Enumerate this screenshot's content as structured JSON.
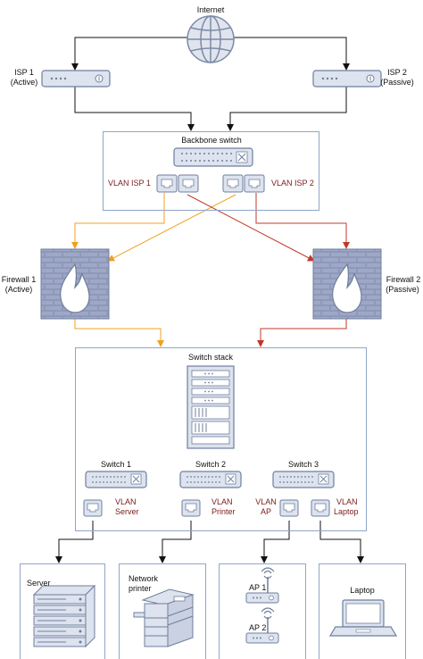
{
  "internet": {
    "label": "Internet",
    "icon": "globe-icon"
  },
  "isp1": {
    "name": "ISP 1",
    "status": "(Active)"
  },
  "isp2": {
    "name": "ISP 2",
    "status": "(Passive)"
  },
  "backbone": {
    "title": "Backbone switch",
    "vlan_left": "VLAN ISP 1",
    "vlan_right": "VLAN ISP 2"
  },
  "firewall1": {
    "name": "Firewall 1",
    "status": "(Active)"
  },
  "firewall2": {
    "name": "Firewall 2",
    "status": "(Passive)"
  },
  "switch_stack": {
    "title": "Switch stack",
    "switches": [
      {
        "name": "Switch 1",
        "vlans": [
          {
            "line1": "VLAN",
            "line2": "Server"
          }
        ]
      },
      {
        "name": "Switch 2",
        "vlans": [
          {
            "line1": "VLAN",
            "line2": "Printer"
          }
        ]
      },
      {
        "name": "Switch 3",
        "vlans": [
          {
            "line1": "VLAN",
            "line2": "AP"
          },
          {
            "line1": "VLAN",
            "line2": "Laptop"
          }
        ]
      }
    ]
  },
  "endpoints": {
    "server": "Server",
    "printer_line1": "Network",
    "printer_line2": "printer",
    "ap1": "AP 1",
    "ap2": "AP 2",
    "laptop": "Laptop"
  },
  "colors": {
    "box_border": "#8fa6c8",
    "device_fill": "#dde3ef",
    "device_stroke": "#6f7f9c",
    "orange_link": "#f0a020",
    "red_link": "#c0392b",
    "vlan_text": "#7a1a1a"
  }
}
